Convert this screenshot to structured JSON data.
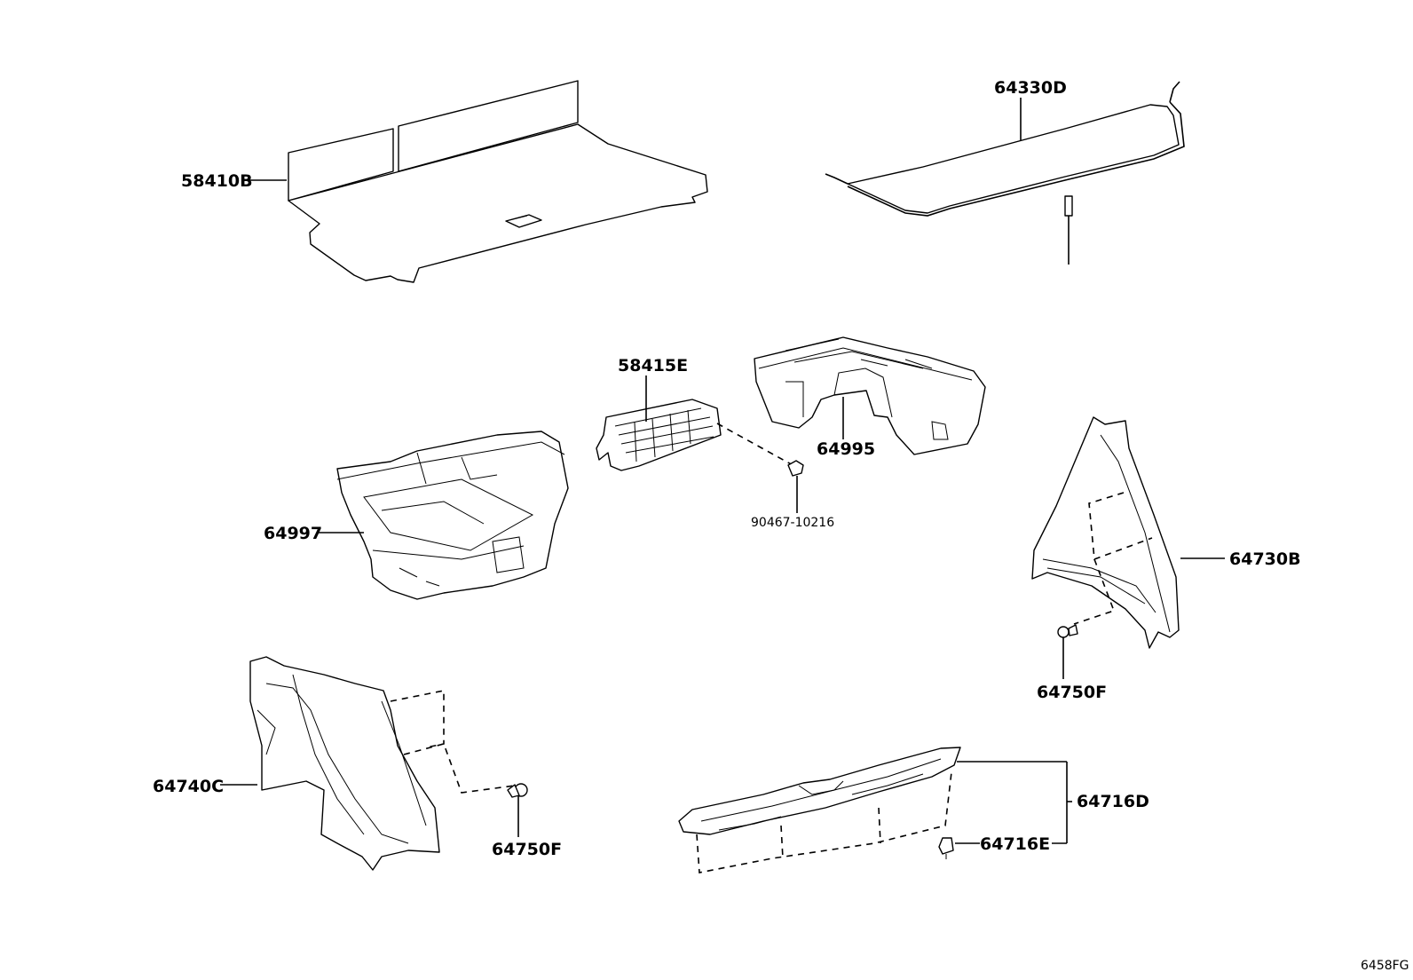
{
  "diagram": {
    "part_labels": {
      "p58410B": "58410B",
      "p64330D": "64330D",
      "p58415E": "58415E",
      "p64995": "64995",
      "p90467": "90467-10216",
      "p64997": "64997",
      "p64730B": "64730B",
      "p64750F_right": "64750F",
      "p64740C": "64740C",
      "p64750F_left": "64750F",
      "p64716D": "64716D",
      "p64716E": "64716E"
    },
    "figure_code": "6458FG"
  }
}
